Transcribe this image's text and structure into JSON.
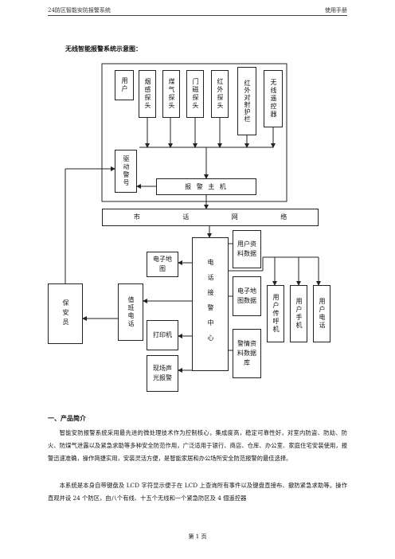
{
  "header": {
    "left": "24防区智能安防报警系统",
    "right": "使用手册"
  },
  "diagram": {
    "title": "无线智能报警系统示意图：",
    "user": "用户",
    "sensors": [
      "烟感探头",
      "煤气探头",
      "门磁探头",
      "红外探头",
      "红外对射护栏",
      "无线遥控器"
    ],
    "driver_signal": "驱动警号",
    "alarm_host": "报 警 主 机",
    "city_network": [
      "市",
      "话",
      "网",
      "络"
    ],
    "user_data": "用户资料数据",
    "e_map_left": "电子地图",
    "e_map_data": "电子地图数据",
    "alarm_center": "电话接警中心",
    "user_pager": "用户传呼机",
    "user_handset": "用户手机",
    "user_phone": "用户电话",
    "security_guard": "保安员",
    "duty_phone": "值班电话",
    "printer": "打印机",
    "alarm_db": "警情资料数据库",
    "siren": "现场声光报警"
  },
  "section": {
    "heading": "一、产品简介",
    "paragraph1": "智能安防报警系统采用最先进的微处理技术作为控制核心，集成度高，稳定可靠性好，对室内防盗、防劫、防火、防煤气泄露以及紧急求助等多种安全防范作用，广泛适用于银行、商店、仓库、办公室、家庭住宅安装使用，报警迅速准确，操作简捷实用，安装灵活方便，是智能家居和办公场所安全防范报警的最佳选择。",
    "paragraph2": "本系统是本身自带键盘及 LCD 字符显示便于在 LCD 上查询所有事件以及键盘直接布、撤防紧急求助等。操作直观并设 24 个防区，由八个有线、十五个无线和一个紧急防区及 4 個遥控器"
  },
  "footer": "第 1 页"
}
